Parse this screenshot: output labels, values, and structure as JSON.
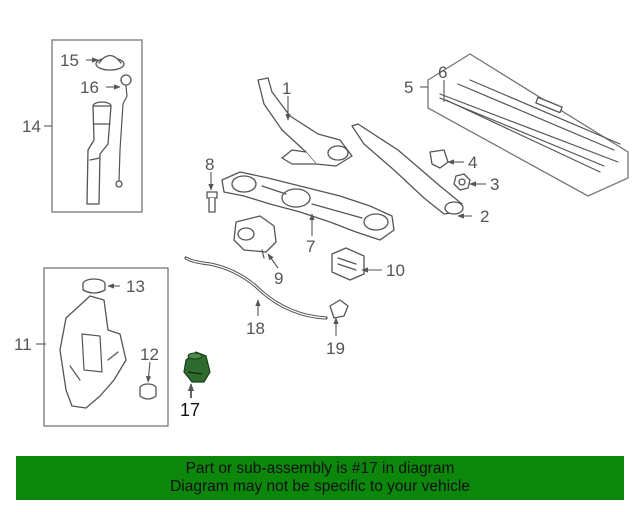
{
  "diagram": {
    "callouts": {
      "c1": "1",
      "c2": "2",
      "c3": "3",
      "c4": "4",
      "c5": "5",
      "c6": "6",
      "c7": "7",
      "c8": "8",
      "c9": "9",
      "c10": "10",
      "c11": "11",
      "c12": "12",
      "c13": "13",
      "c14": "14",
      "c15": "15",
      "c16": "16",
      "c17": "17",
      "c18": "18",
      "c19": "19"
    },
    "highlighted_part": "17",
    "colors": {
      "highlight": "#2f6b2f",
      "line": "#555555",
      "banner": "#0c870c"
    }
  },
  "banner": {
    "line1": "Part or sub-assembly is #17 in diagram",
    "line2": "Diagram may not be specific to your vehicle"
  }
}
